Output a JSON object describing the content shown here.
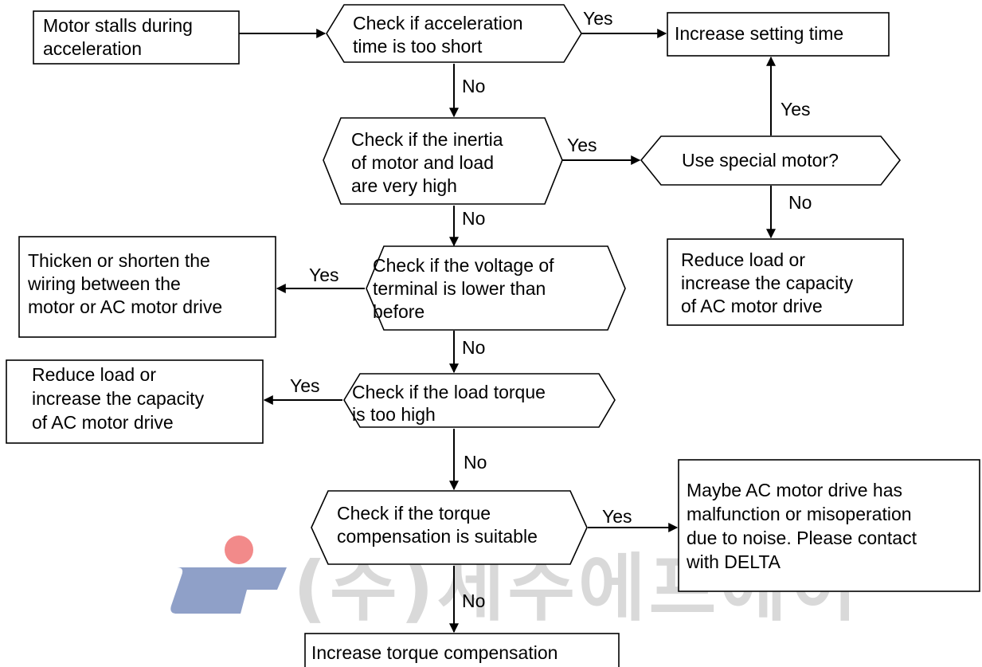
{
  "nodes": {
    "start": {
      "lines": [
        "Motor stalls during",
        "acceleration"
      ]
    },
    "check_accel": {
      "lines": [
        "Check if acceleration",
        "time is too short"
      ]
    },
    "increase_setting": {
      "lines": [
        "Increase setting time"
      ]
    },
    "check_inertia": {
      "lines": [
        "Check if the inertia",
        "of motor and load",
        "are very high"
      ]
    },
    "special_motor": {
      "lines": [
        "Use special motor?"
      ]
    },
    "reduce_load_right": {
      "lines": [
        "Reduce load or",
        "increase the capacity",
        "of AC motor drive"
      ]
    },
    "thicken_wiring": {
      "lines": [
        "Thicken or shorten the",
        "wiring between the",
        "motor or AC motor drive"
      ]
    },
    "check_voltage": {
      "lines": [
        "Check if the voltage of",
        "terminal is lower than",
        "before"
      ]
    },
    "reduce_load_left": {
      "lines": [
        "Reduce load or",
        "increase the capacity",
        "of AC motor drive"
      ]
    },
    "check_torque": {
      "lines": [
        "Check if the load torque",
        "is too high"
      ]
    },
    "check_compensation": {
      "lines": [
        "Check if the torque",
        "compensation is suitable"
      ]
    },
    "malfunction": {
      "lines": [
        "Maybe AC motor drive has",
        "malfunction or misoperation",
        "due to noise. Please contact",
        "with DELTA"
      ]
    },
    "increase_torque": {
      "lines": [
        "Increase torque compensation"
      ]
    }
  },
  "edge_labels": {
    "accel_yes": "Yes",
    "accel_no": "No",
    "inertia_yes": "Yes",
    "inertia_no": "No",
    "special_yes": "Yes",
    "special_no": "No",
    "voltage_yes": "Yes",
    "voltage_no": "No",
    "torque_yes": "Yes",
    "torque_no": "No",
    "comp_yes": "Yes",
    "comp_no": "No"
  },
  "watermark": {
    "text": "(주)세주에프에이",
    "logo_colors": {
      "red": "#f28a8a",
      "blue": "#8fa0c8"
    }
  }
}
